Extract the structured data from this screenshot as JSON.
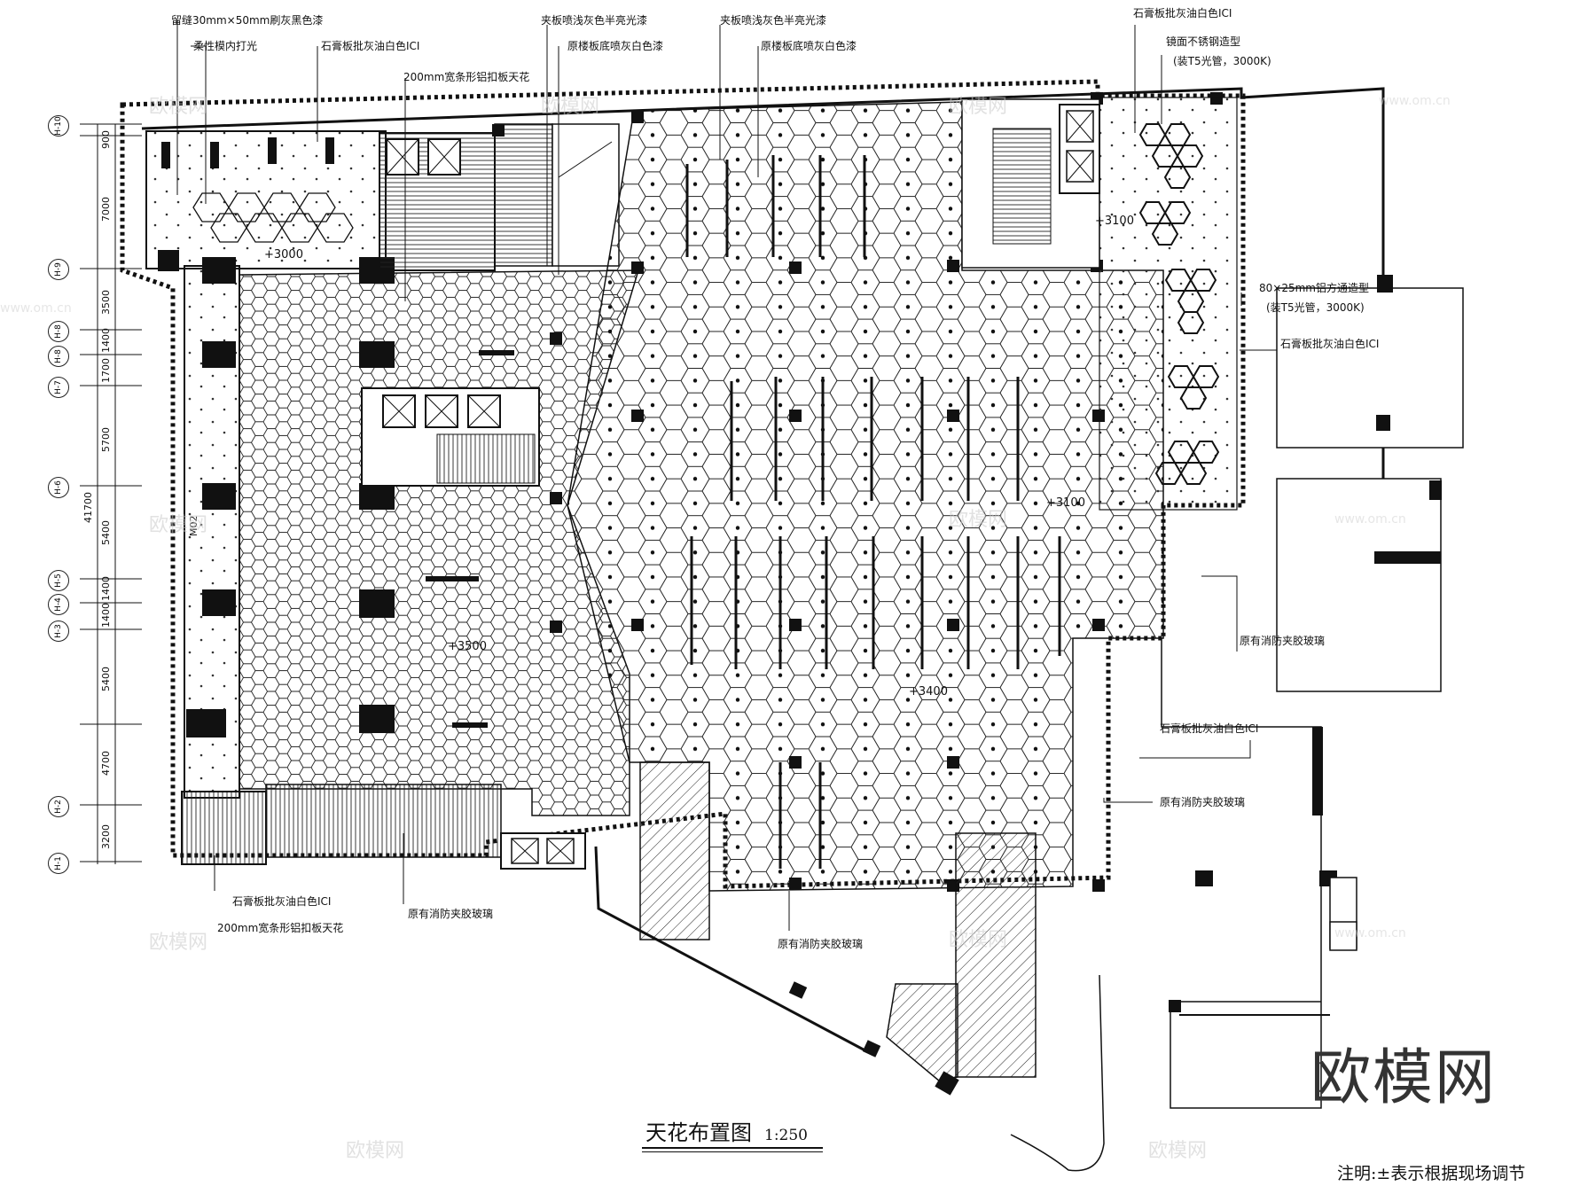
{
  "drawing": {
    "title": "天花布置图",
    "scale": "1:250",
    "note": "注明:±表示根据现场调节",
    "logo": "欧模网",
    "watermark_text": "欧模网",
    "watermark_url": "www.om.cn"
  },
  "annotations": {
    "top": [
      "留缝30mm×50mm刷灰黑色漆",
      "柔性模内打光",
      "石膏板批灰油白色ICI",
      "200mm宽条形铝扣板天花",
      "夹板喷浅灰色半亮光漆",
      "原楼板底喷灰白色漆",
      "夹板喷浅灰色半亮光漆",
      "原楼板底喷灰白色漆",
      "石膏板批灰油白色ICI",
      "镜面不锈钢造型",
      "(装T5光管，3000K)"
    ],
    "right": [
      "80×25mm铝方通造型",
      "(装T5光管，3000K)",
      "石膏板批灰油白色ICI",
      "原有消防夹胶玻璃",
      "石膏板批灰油白色ICI",
      "原有消防夹胶玻璃"
    ],
    "bottom": [
      "石膏板批灰油白色ICI",
      "200mm宽条形铝扣板天花",
      "原有消防夹胶玻璃",
      "原有消防夹胶玻璃"
    ]
  },
  "elevations": [
    "+3000",
    "+3100",
    "+3100",
    "+3500",
    "+3400"
  ],
  "axis": {
    "labels": [
      "H-10",
      "H-9",
      "H-8",
      "H-8",
      "H-7",
      "H-6",
      "H-5",
      "H-4",
      "H-3",
      "H-2",
      "H-1"
    ],
    "dimensions": [
      "900",
      "7000",
      "3500",
      "1400",
      "1700",
      "5700",
      "5400",
      "1400",
      "1400",
      "5400",
      "4700",
      "3200"
    ],
    "total": "41700",
    "segment_label": "M02"
  }
}
